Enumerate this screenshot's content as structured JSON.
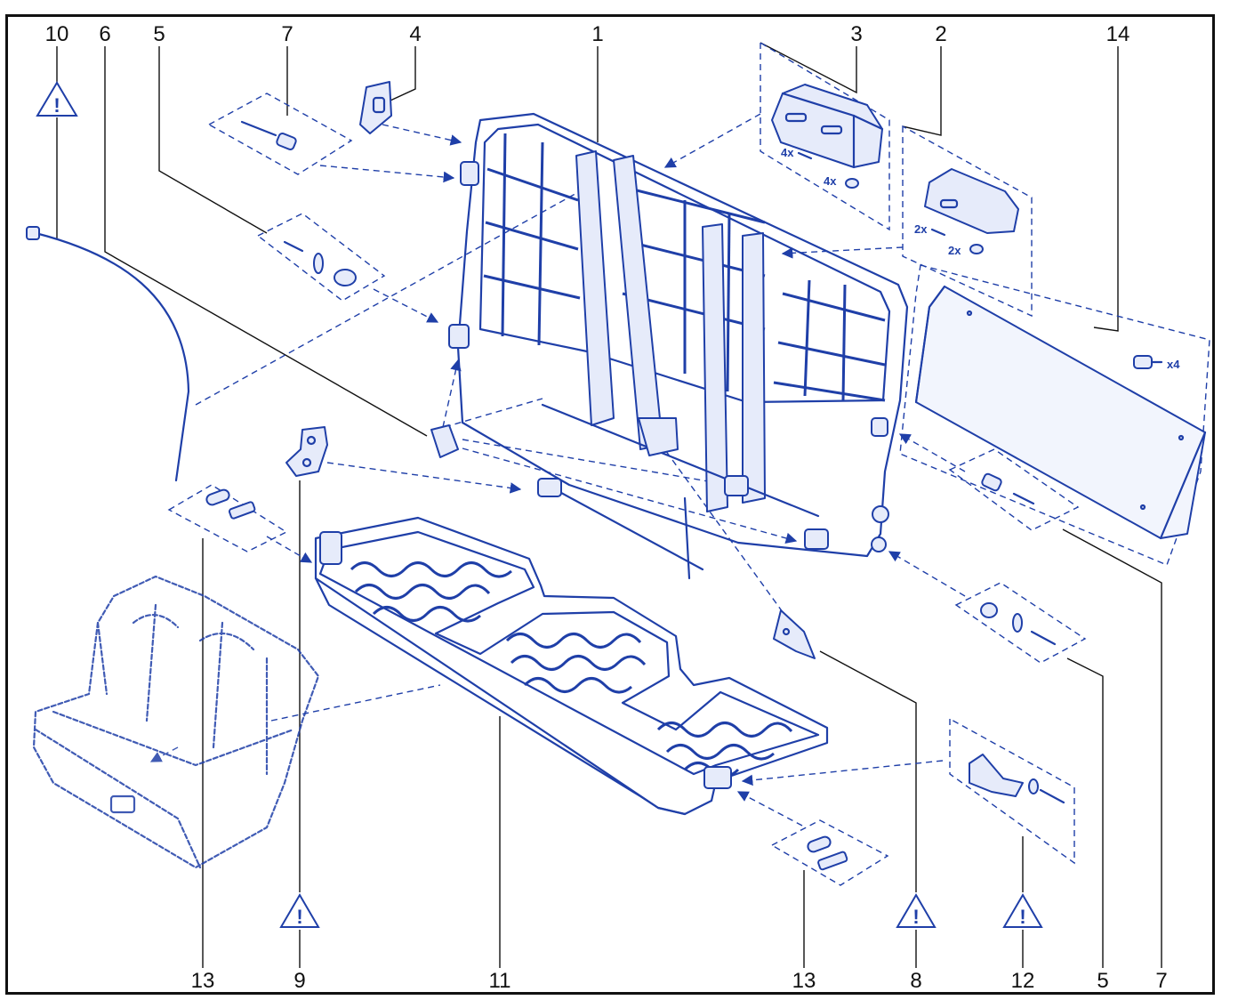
{
  "colors": {
    "ink": "#1f3fa8",
    "label": "#111111",
    "frame": "#111111"
  },
  "labels_top": [
    "10",
    "6",
    "5",
    "7",
    "4",
    "1",
    "3",
    "2",
    "14"
  ],
  "labels_bottom": [
    "13",
    "9",
    "11",
    "13",
    "8",
    "12",
    "5",
    "7"
  ],
  "quantities": {
    "q3_screw": "4x",
    "q3_nut": "4x",
    "q2_screw": "2x",
    "q2_nut": "2x",
    "q14": "x4"
  },
  "warning_mark": "!",
  "icons": [
    "warning-triangle-icon"
  ]
}
